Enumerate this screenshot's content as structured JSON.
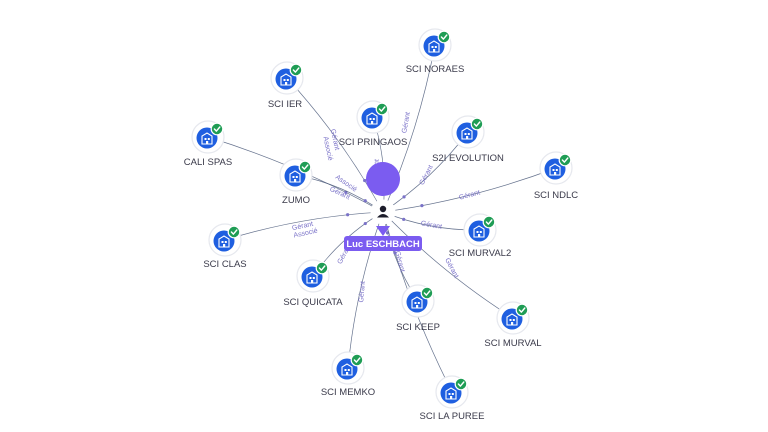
{
  "colors": {
    "center": "#7b5cf0",
    "node": "#1f5fe0",
    "check": "#1f9d55",
    "edge": "#4b5a7a",
    "edge_label": "#7a72c8"
  },
  "center": {
    "name": "Luc ESCHBACH",
    "icon": "person-icon"
  },
  "nodes": [
    {
      "id": "sci-noraes",
      "label": "SCI NORAES",
      "icon": "building-icon"
    },
    {
      "id": "sci-ier",
      "label": "SCI IER",
      "icon": "building-icon"
    },
    {
      "id": "sci-pringaos",
      "label": "SCI PRINGAOS",
      "icon": "building-icon"
    },
    {
      "id": "s2i-evolution",
      "label": "S2I EVOLUTION",
      "icon": "building-icon"
    },
    {
      "id": "cali-spas",
      "label": "CALI SPAS",
      "icon": "building-icon"
    },
    {
      "id": "zumo",
      "label": "ZUMO",
      "icon": "building-icon"
    },
    {
      "id": "sci-ndlc",
      "label": "SCI NDLC",
      "icon": "building-icon"
    },
    {
      "id": "sci-clas",
      "label": "SCI CLAS",
      "icon": "building-icon"
    },
    {
      "id": "sci-murval2",
      "label": "SCI MURVAL2",
      "icon": "building-icon"
    },
    {
      "id": "sci-quicata",
      "label": "SCI QUICATA",
      "icon": "building-icon"
    },
    {
      "id": "sci-keep",
      "label": "SCI KEEP",
      "icon": "building-icon"
    },
    {
      "id": "sci-murval",
      "label": "SCI MURVAL",
      "icon": "building-icon"
    },
    {
      "id": "sci-memko",
      "label": "SCI MEMKO",
      "icon": "building-icon"
    },
    {
      "id": "sci-la-puree",
      "label": "SCI LA PUREE",
      "icon": "building-icon"
    }
  ],
  "edges": [
    {
      "to": "sci-noraes",
      "labels": [
        "Gérant"
      ]
    },
    {
      "to": "sci-ier",
      "labels": [
        "Gérant",
        "Associé"
      ]
    },
    {
      "to": "sci-pringaos",
      "labels": [
        "Gérant"
      ]
    },
    {
      "to": "s2i-evolution",
      "labels": [
        "Gérant"
      ]
    },
    {
      "to": "cali-spas",
      "labels": []
    },
    {
      "to": "zumo",
      "labels": [
        "Associé",
        "Gérant"
      ]
    },
    {
      "to": "sci-ndlc",
      "labels": [
        "Gérant"
      ]
    },
    {
      "to": "sci-clas",
      "labels": [
        "Gérant",
        "Associé"
      ]
    },
    {
      "to": "sci-murval2",
      "labels": [
        "Gérant"
      ]
    },
    {
      "to": "sci-quicata",
      "labels": [
        "Gérant"
      ]
    },
    {
      "to": "sci-keep",
      "labels": [
        "Gérant"
      ]
    },
    {
      "to": "sci-murval",
      "labels": [
        "Gérant"
      ]
    },
    {
      "to": "sci-memko",
      "labels": [
        "Gérant"
      ]
    },
    {
      "to": "sci-la-puree",
      "labels": []
    }
  ]
}
